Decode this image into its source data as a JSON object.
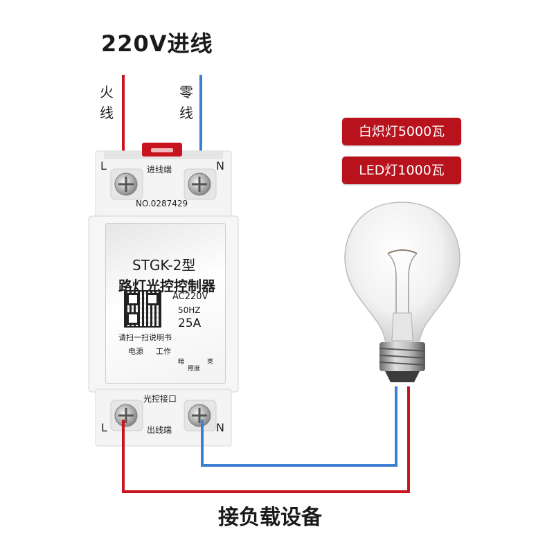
{
  "title": "220V进线",
  "bottom_title": "接负载设备",
  "wires": {
    "live_label": "火线",
    "neutral_label": "零线",
    "live_color": "#c8141e",
    "neutral_color": "#3a7fd0"
  },
  "specs": [
    "白炽灯5000瓦",
    "LED灯1000瓦"
  ],
  "device": {
    "top_terminal_label": "进线端",
    "serial": "NO.0287429",
    "model": "STGK-2型",
    "name": "路灯光控控制器",
    "voltage": "AC220V",
    "frequency": "50HZ",
    "current": "25A",
    "qr_caption": "请扫一扫说明书",
    "power_indicator": "电源",
    "work_indicator": "工作",
    "knob_dark": "暗",
    "knob_bright": "亮",
    "knob_label": "照度",
    "light_port_label": "光控接口",
    "bottom_terminal_label": "出线端",
    "L": "L",
    "N": "N"
  }
}
